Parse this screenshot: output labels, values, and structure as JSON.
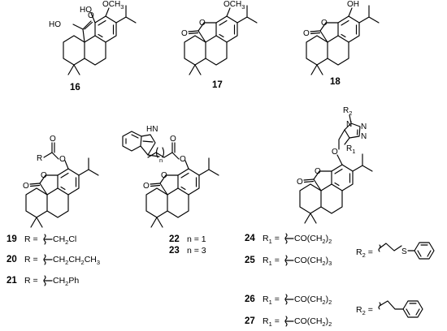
{
  "compounds": {
    "c16": {
      "number": "16",
      "hydroxy_label": "HO",
      "acid_label": "HO",
      "acid_o": "O",
      "methoxy_label": "OCH",
      "methoxy_sub": "3"
    },
    "c17": {
      "number": "17",
      "lactone_o": "O",
      "carbonyl_o": "O",
      "methoxy_label": "OCH",
      "methoxy_sub": "3"
    },
    "c18": {
      "number": "18",
      "lactone_o": "O",
      "carbonyl_o": "O",
      "hydroxy_label": "OH"
    },
    "c19_21": {
      "ester_r": "R",
      "ester_o1": "O",
      "ester_o2": "O",
      "lactone_o": "O",
      "carbonyl_o": "O",
      "variants": [
        {
          "number": "19",
          "prefix": "R =",
          "substituent": "CH",
          "sub": "2",
          "suffix": "Cl"
        },
        {
          "number": "20",
          "prefix": "R =",
          "substituent": "CH",
          "sub": "2",
          "suffix": "CH",
          "sub2": "2",
          "suffix2": "CH",
          "sub3": "3"
        },
        {
          "number": "21",
          "prefix": "R =",
          "substituent": "CH",
          "sub": "2",
          "suffix": "Ph"
        }
      ]
    },
    "c22_23": {
      "nh_label": "HN",
      "chain_n": "n",
      "ester_o1": "O",
      "ester_o2": "O",
      "lactone_o": "O",
      "carbonyl_o": "O",
      "variants": [
        {
          "number": "22",
          "text": "n = 1"
        },
        {
          "number": "23",
          "text": "n = 3"
        }
      ]
    },
    "c24_27": {
      "r2_label": "R",
      "r2_sub": "2",
      "n1": "N",
      "n2": "N",
      "n3": "N",
      "r1_label": "R",
      "r1_sub": "1",
      "aryl_o": "O",
      "lactone_o": "O",
      "carbonyl_o": "O",
      "variants": [
        {
          "number": "24",
          "r": "R",
          "rsub": "1",
          "eq": "=",
          "group": "CO(CH",
          "gsub": "2",
          "gend": ")",
          "gsub2": "2"
        },
        {
          "number": "25",
          "r": "R",
          "rsub": "1",
          "eq": "=",
          "group": "CO(CH",
          "gsub": "2",
          "gend": ")",
          "gsub2": "3"
        },
        {
          "number": "26",
          "r": "R",
          "rsub": "1",
          "eq": "=",
          "group": "CO(CH",
          "gsub": "2",
          "gend": ")",
          "gsub2": "2"
        },
        {
          "number": "27",
          "r": "R",
          "rsub": "1",
          "eq": "=",
          "group": "CO(CH",
          "gsub": "2",
          "gend": ")",
          "gsub2": "2"
        }
      ],
      "r2_defs": [
        {
          "r": "R",
          "rsub": "2",
          "eq": "=",
          "atom": "S"
        },
        {
          "r": "R",
          "rsub": "2",
          "eq": "="
        }
      ]
    }
  }
}
